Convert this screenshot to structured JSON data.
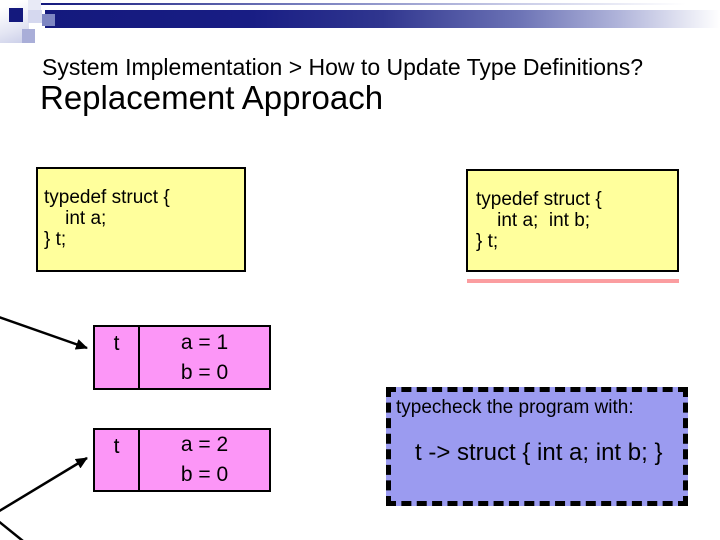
{
  "slide": {
    "breadcrumb": "System Implementation > How to Update Type Definitions?",
    "title": "Replacement Approach"
  },
  "code_before": {
    "lines": [
      "typedef struct {",
      "    int a;",
      "} t;"
    ]
  },
  "code_after": {
    "lines": [
      "typedef struct {",
      "    int a;  int b;",
      "} t;"
    ]
  },
  "memory_objects": [
    {
      "type": "t",
      "fields": [
        "a = 1",
        "b = 0"
      ]
    },
    {
      "type": "t",
      "fields": [
        "a = 2",
        "b = 0"
      ]
    }
  ],
  "typecheck": {
    "heading": "typecheck the program with:",
    "rule": "t -> struct { int a; int b; }"
  },
  "colors": {
    "code_box_fill": "#ffff9c",
    "memory_box_fill": "#fc96f7",
    "typecheck_fill": "#9b9bf0",
    "accent_navy": "#14197d",
    "underline_red": "#fb9da0"
  }
}
